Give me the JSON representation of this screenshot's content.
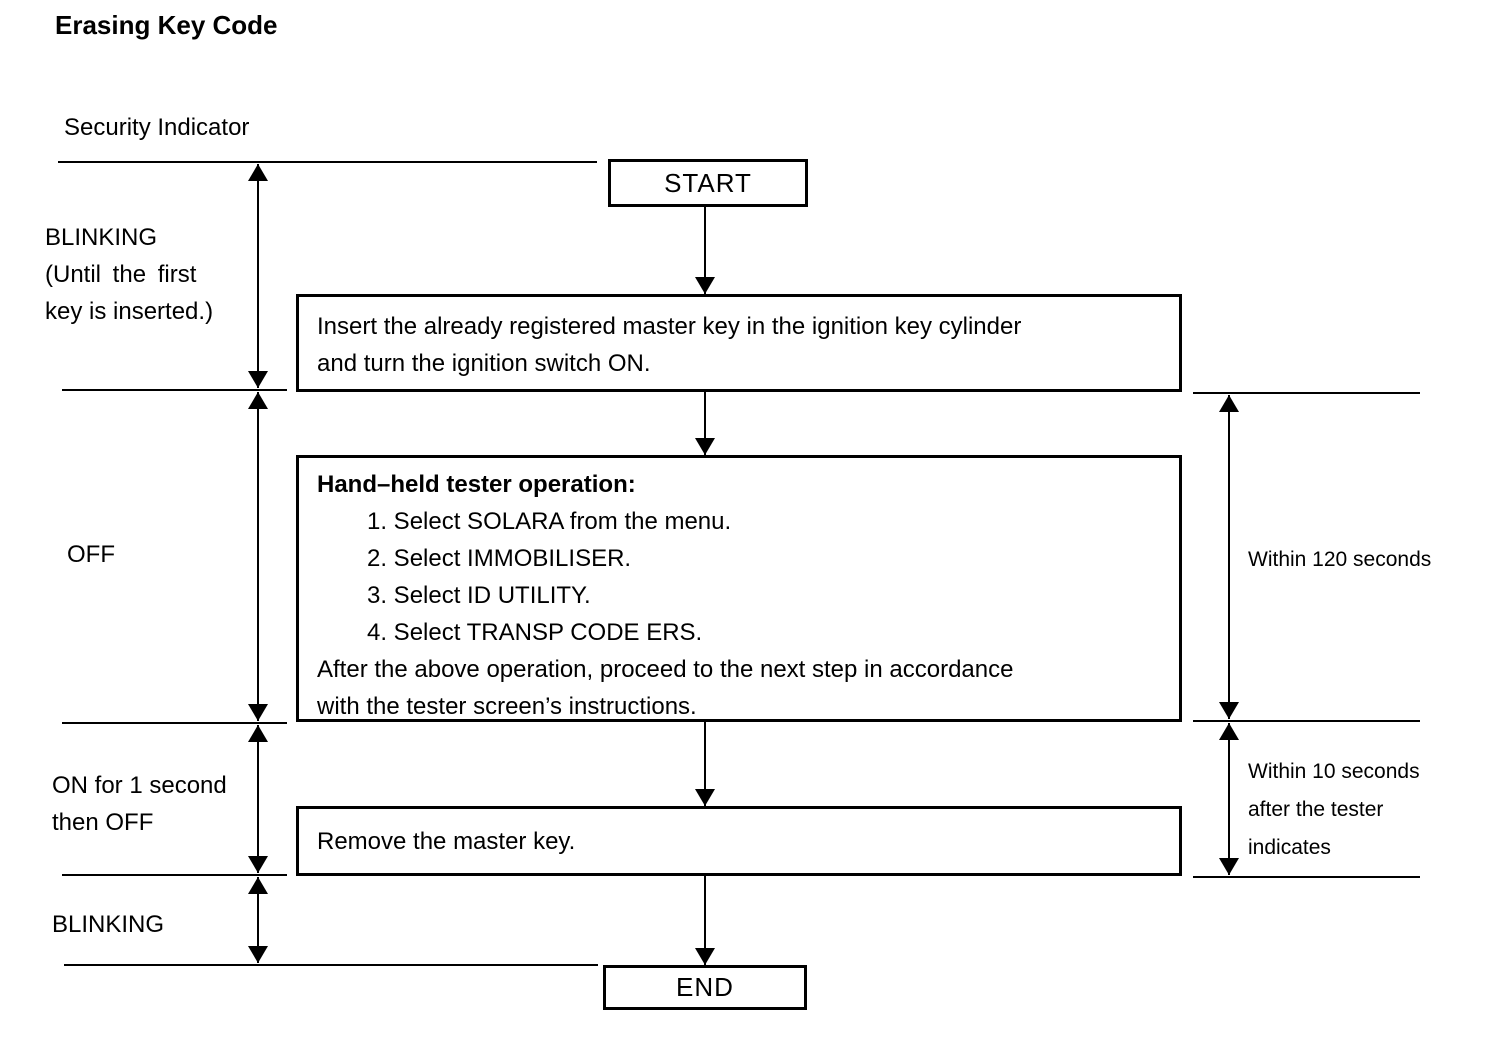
{
  "page": {
    "title": "Erasing Key Code"
  },
  "indicator": {
    "label": "Security Indicator",
    "states": {
      "blinking_first": [
        "BLINKING",
        "(Until the first",
        "key is inserted.)"
      ],
      "off": "OFF",
      "on_1s": [
        "ON for 1 second",
        "then OFF"
      ],
      "blinking_end": "BLINKING"
    }
  },
  "timers": {
    "within_120": "Within 120 seconds",
    "within_10": [
      "Within 10 seconds",
      "after the tester",
      "indicates"
    ]
  },
  "flow": {
    "start": "START",
    "insert_key": [
      "Insert the already registered master key in the ignition key cylinder",
      "and turn the ignition switch ON."
    ],
    "tester": {
      "header": "Hand–held tester operation:",
      "steps": [
        "1. Select SOLARA from the menu.",
        "2. Select IMMOBILISER.",
        "3. Select ID UTILITY.",
        "4. Select TRANSP CODE ERS."
      ],
      "footer": [
        "After the above operation, proceed to the next step in accordance",
        "with the tester screen’s instructions."
      ]
    },
    "remove_key": "Remove the master key.",
    "end": "END"
  }
}
